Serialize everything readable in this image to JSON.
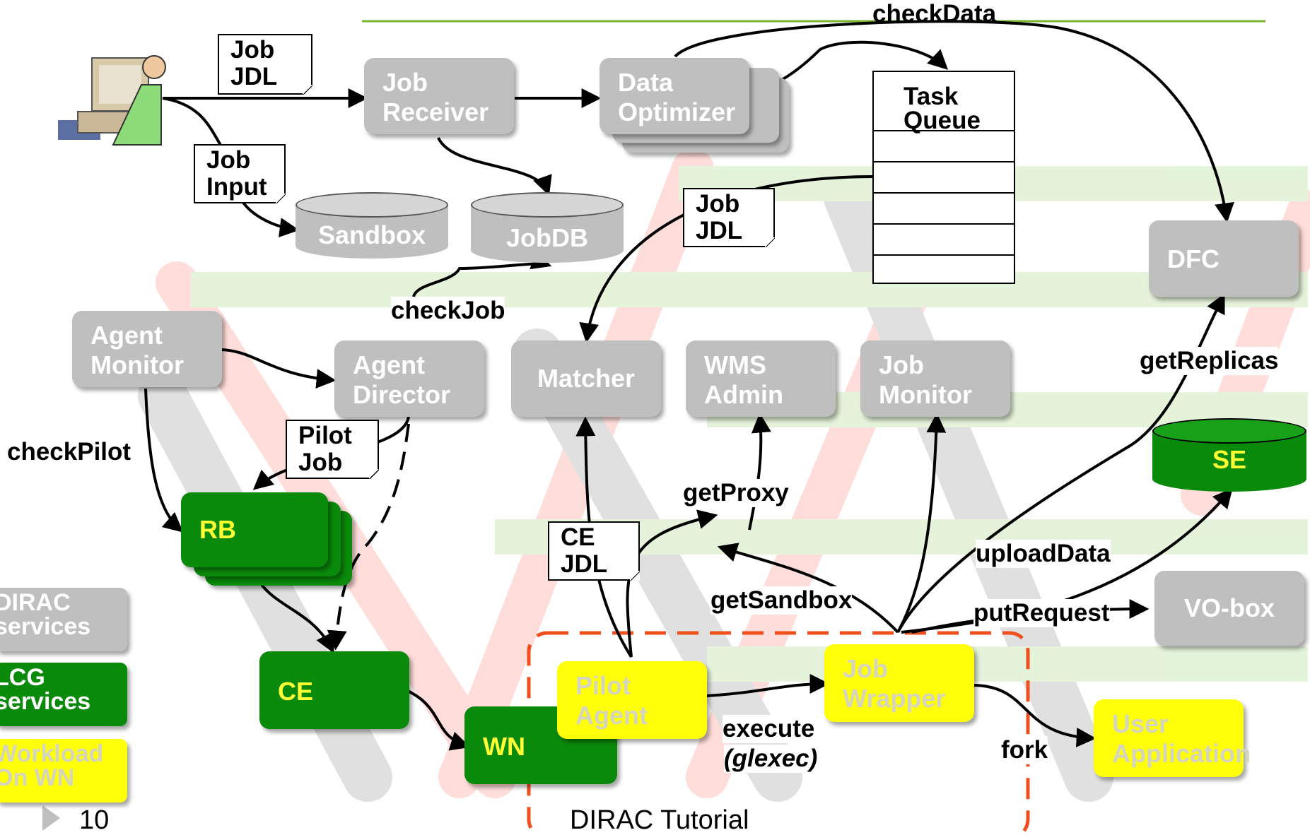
{
  "colors": {
    "dirac_services": "#bfbfbf",
    "lcg_services": "#0a8a0a",
    "workload": "#ffff0a",
    "dashed_border": "#f0501e",
    "header_line": "#77b52e"
  },
  "nodes": {
    "job_receiver": "Job\nReceiver",
    "data_optimizer": "Data\nOptimizer",
    "task_queue": "Task\nQueue",
    "sandbox": "Sandbox",
    "jobdb": "JobDB",
    "dfc": "DFC",
    "agent_monitor": "Agent\nMonitor",
    "agent_director": "Agent\nDirector",
    "matcher": "Matcher",
    "wms_admin": "WMS\nAdmin",
    "job_monitor": "Job\nMonitor",
    "se": "SE",
    "rb": "RB",
    "ce": "CE",
    "wn": "WN",
    "pilot_agent": "Pilot\nAgent",
    "job_wrapper": "Job\nWrapper",
    "user_application": "User\nApplication",
    "vo_box": "VO-box"
  },
  "notes": {
    "job_jdl_top": "Job\nJDL",
    "job_input": "Job\nInput",
    "job_jdl_mid": "Job\nJDL",
    "pilot_job": "Pilot\nJob",
    "ce_jdl": "CE\nJDL"
  },
  "labels": {
    "check_data": "checkData",
    "check_job": "checkJob",
    "check_pilot": "checkPilot",
    "get_replicas": "getReplicas",
    "get_proxy": "getProxy",
    "upload_data": "uploadData",
    "get_sandbox": "getSandbox",
    "put_request": "putRequest",
    "execute": "execute",
    "glexec": "(glexec)",
    "fork": "fork"
  },
  "legend": {
    "dirac": "DIRAC\nservices",
    "lcg": "LCG\nservices",
    "workload": "Workload\nOn WN"
  },
  "footer": {
    "page_number": "10",
    "title": "DIRAC Tutorial"
  }
}
